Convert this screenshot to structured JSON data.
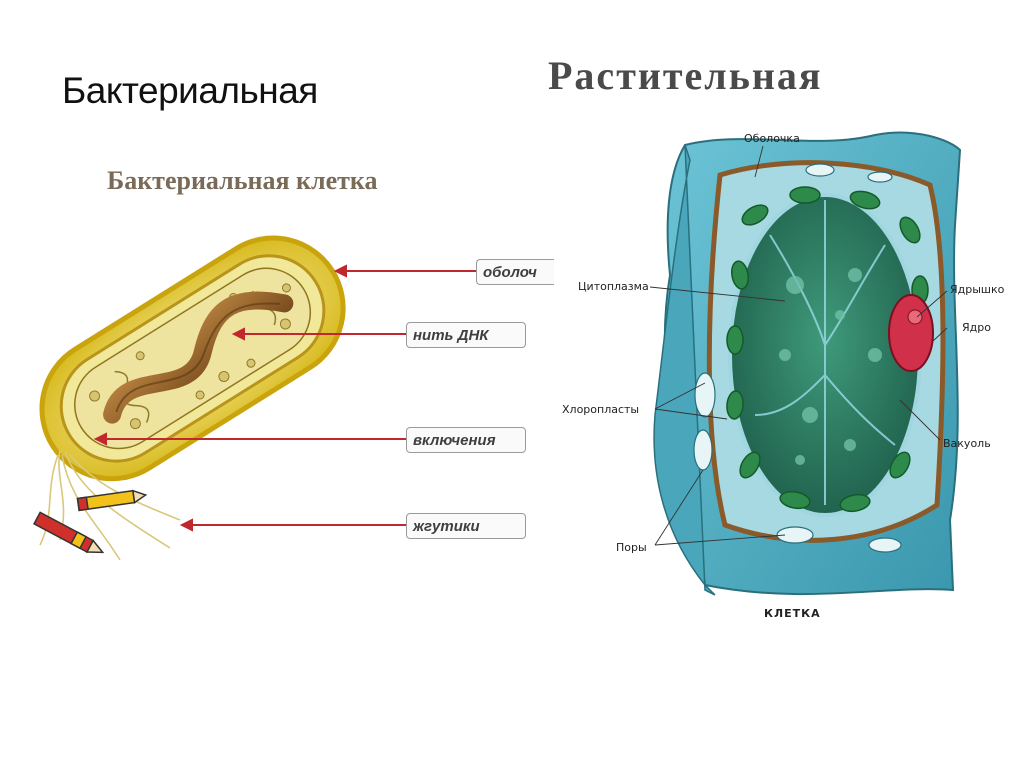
{
  "titles": {
    "left": "Бактериальная",
    "right": "Растительная"
  },
  "bacterial_cell": {
    "heading": "Бактериальная клетка",
    "labels": {
      "shell": "оболоч",
      "dna": "нить ДНК",
      "inclusions": "включения",
      "flagella": "жгутики"
    },
    "colors": {
      "arrow": "#c0282e",
      "body": "#e6cf3a",
      "dna": "#9a6a2e"
    }
  },
  "plant_cell": {
    "labels": {
      "shell": "Оболочка",
      "cytoplasm": "Цитоплазма",
      "nucleolus": "Ядрышко",
      "nucleus": "Ядро",
      "chloroplasts": "Хлоропласты",
      "vacuole": "Вакуоль",
      "pores": "Поры"
    },
    "caption": "КЛЕТКА",
    "colors": {
      "wall": "#4fb0c4",
      "cytoplasm": "#2e7a63",
      "chloroplast": "#2d8a4a",
      "nucleus": "#d0304a"
    }
  },
  "icons": [
    "pencil-icon",
    "pencil-icon"
  ]
}
